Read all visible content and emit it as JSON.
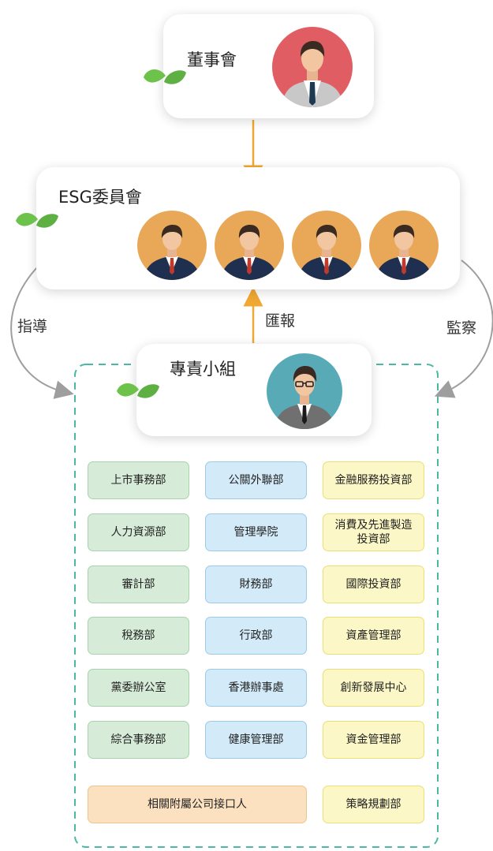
{
  "colors": {
    "arrow_orange": "#f0a833",
    "dashed_teal": "#4ab8a3",
    "curve_gray": "#9e9e9e",
    "leaf_green": "#6cc24a",
    "avatar_red": "#e05e63",
    "avatar_orange": "#e8a857",
    "avatar_teal": "#59aab7"
  },
  "board": {
    "title": "董事會",
    "avatar_icon": "businessman-avatar-icon"
  },
  "esg_committee": {
    "title": "ESG委員會",
    "member_count_icons": [
      "member-avatar-icon",
      "member-avatar-icon",
      "member-avatar-icon",
      "member-avatar-icon"
    ]
  },
  "task_force": {
    "title": "專責小組",
    "avatar_icon": "glasses-man-avatar-icon"
  },
  "arrows": {
    "guide": "指導",
    "report": "匯報",
    "supervise": "監察"
  },
  "departments": {
    "col1": [
      "上市事務部",
      "人力資源部",
      "審計部",
      "稅務部",
      "黨委辦公室",
      "綜合事務部"
    ],
    "col2": [
      "公關外聯部",
      "管理學院",
      "財務部",
      "行政部",
      "香港辦事處",
      "健康管理部"
    ],
    "col3": [
      "金融服務投資部",
      "消費及先進製造\n投資部",
      "國際投資部",
      "資產管理部",
      "創新發展中心",
      "資金管理部"
    ],
    "liaison": "相關附屬公司接口人",
    "strategy": "策略規劃部"
  }
}
